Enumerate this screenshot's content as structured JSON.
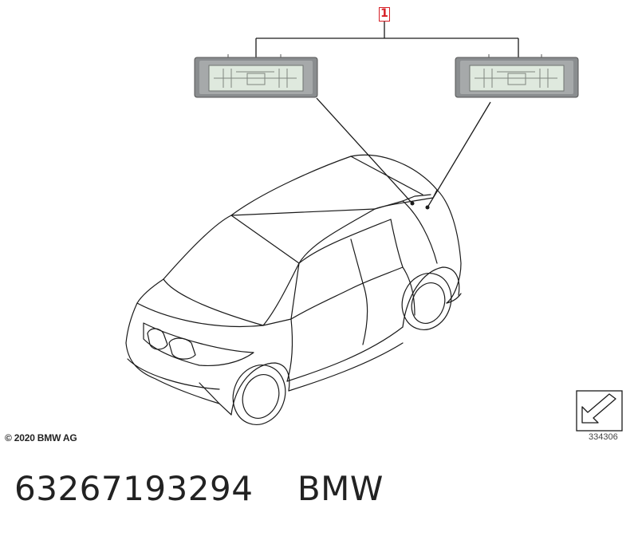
{
  "diagram": {
    "callout_label": "1",
    "copyright": "© 2020 BMW AG",
    "reference_number": "334306",
    "part_number": "63267193294",
    "brand": "BMW"
  },
  "icons": {
    "nav": "arrow-back-icon",
    "part": "license-plate-light-icon",
    "vehicle": "car-outline-icon"
  },
  "colors": {
    "callout": "#d61f26",
    "line": "#1a1a1a",
    "lamp_housing": "#8a8d8f",
    "lamp_lens": "#dfe9de"
  }
}
